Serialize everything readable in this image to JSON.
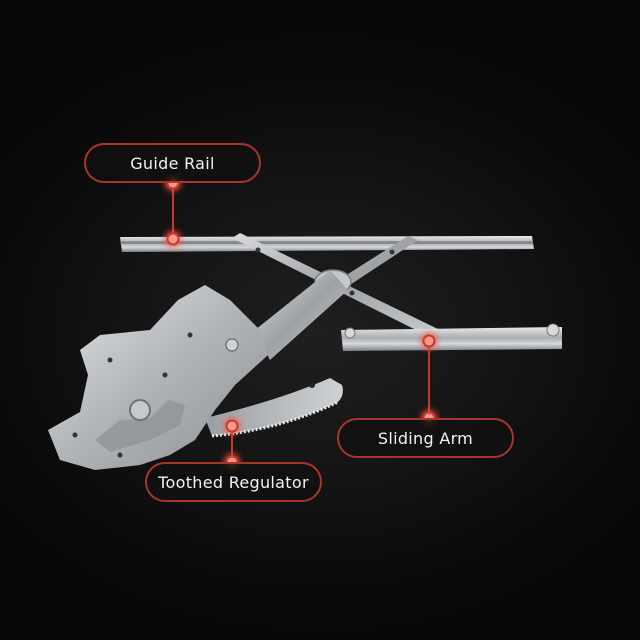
{
  "colors": {
    "background": "#0b0b0b",
    "accent": "#c23a2e",
    "label_text": "#f2f2f2",
    "metal": "#b9bcbf"
  },
  "callouts": [
    {
      "id": "guide-rail",
      "label": "Guide Rail"
    },
    {
      "id": "sliding-arm",
      "label": "Sliding Arm"
    },
    {
      "id": "toothed-regulator",
      "label": "Toothed Regulator"
    }
  ],
  "product": {
    "name": "window-regulator",
    "icon": "window-regulator-illustration"
  }
}
